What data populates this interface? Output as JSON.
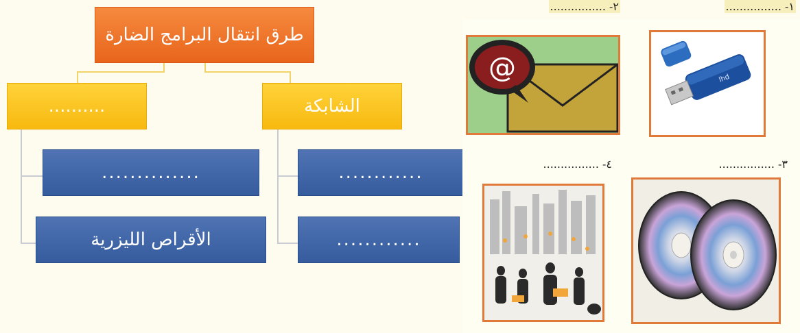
{
  "diagram": {
    "root": "طرق انتقال البرامج الضارة",
    "categories": [
      {
        "label": "الشابكة"
      },
      {
        "label": ".........."
      }
    ],
    "leaves": [
      {
        "label": "............"
      },
      {
        "label": "............"
      },
      {
        "label": ".............."
      },
      {
        "label": "الأقراص الليزرية"
      }
    ]
  },
  "questions": [
    {
      "label": "١- ................"
    },
    {
      "label": "٢- ................"
    },
    {
      "label": "٣- ................"
    },
    {
      "label": "٤- ................"
    }
  ],
  "images": {
    "usb_text": "lhd"
  },
  "colors": {
    "root": "#ec6e22",
    "category": "#f9c21f",
    "leaf": "#3e64a8",
    "frame": "#e07a3a"
  }
}
